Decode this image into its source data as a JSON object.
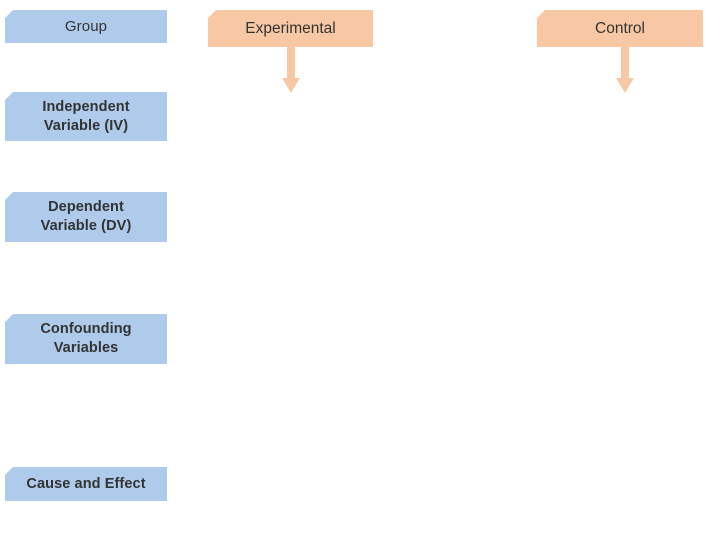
{
  "header": {
    "group_label": "Group",
    "experimental_label": "Experimental",
    "control_label": "Control"
  },
  "rows": {
    "independent_variable": "Independent\nVariable (IV)",
    "dependent_variable": "Dependent\nVariable (DV)",
    "confounding_variables": "Confounding\nVariables",
    "cause_and_effect": "Cause and Effect"
  },
  "colors": {
    "label_fill": "#aecbeb",
    "header_fill": "#f8c8a4",
    "arrow_fill": "#f8c8a4",
    "text": "#333333"
  }
}
